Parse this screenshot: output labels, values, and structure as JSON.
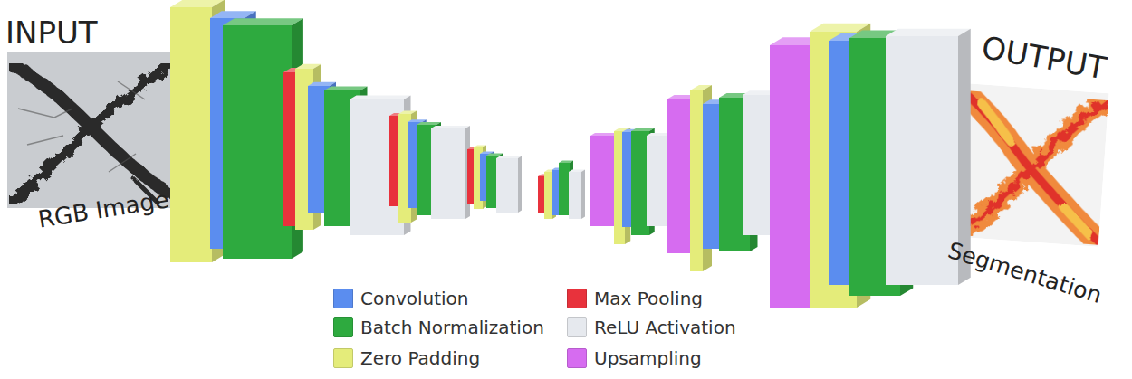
{
  "diagram": {
    "labels": [
      "INPUT",
      "RGB Image",
      "OUTPUT",
      "Segmentation"
    ],
    "legend": [
      {
        "text": "Convolution",
        "color": "#5b8def"
      },
      {
        "text": "Batch Normalization",
        "color": "#2eaa3f"
      },
      {
        "text": "Zero Padding",
        "color": "#e4ec7a"
      },
      {
        "text": "Max Pooling",
        "color": "#e8323c"
      },
      {
        "text": "ReLU Activation",
        "color": "#e6e9ee"
      },
      {
        "text": "Upsampling",
        "color": "#d66cf0"
      }
    ]
  }
}
